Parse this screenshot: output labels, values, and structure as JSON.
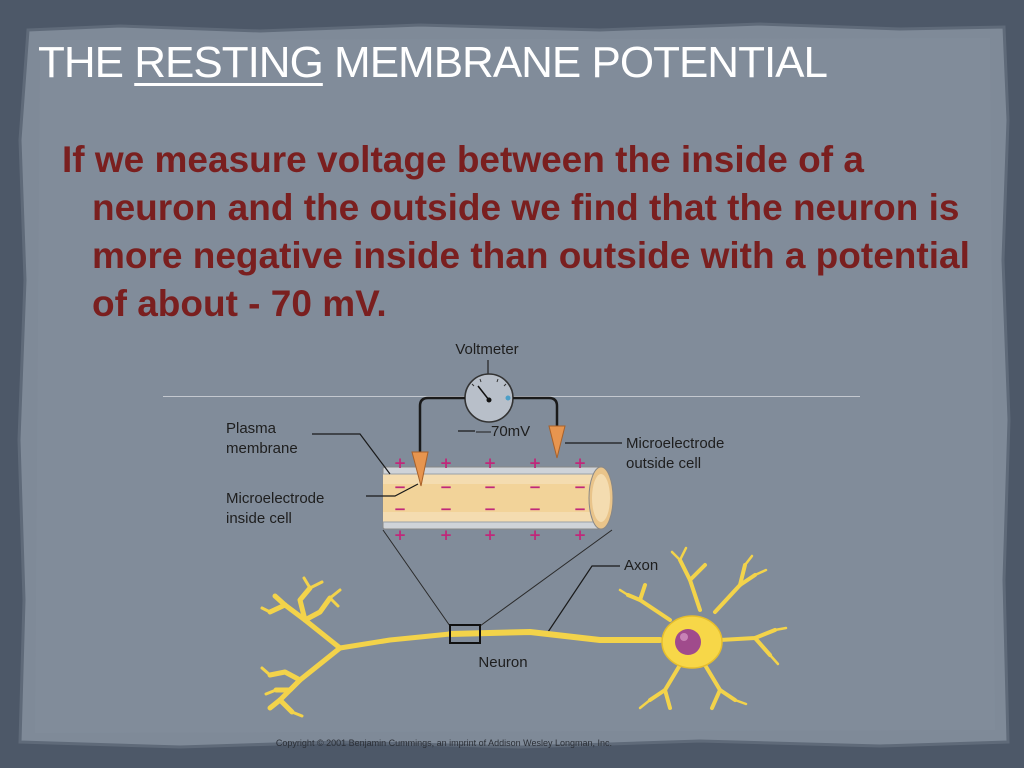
{
  "slide": {
    "title_part1": "THE ",
    "title_underlined": "RESTING",
    "title_part2": " MEMBRANE POTENTIAL",
    "body_text": "If we measure voltage between the inside of a neuron and the outside we find that the neuron is more negative inside than outside with a potential of about - 70 mV."
  },
  "diagram": {
    "voltmeter_label": "Voltmeter",
    "voltage_reading": "—70mV",
    "plasma_membrane_label_line1": "Plasma",
    "plasma_membrane_label_line2": "membrane",
    "microelectrode_inside_line1": "Microelectrode",
    "microelectrode_inside_line2": "inside cell",
    "microelectrode_outside_line1": "Microelectrode",
    "microelectrode_outside_line2": "outside cell",
    "axon_label": "Axon",
    "neuron_label": "Neuron",
    "copyright": "Copyright © 2001 Benjamin Cummings, an imprint of Addison Wesley Longman, Inc.",
    "plus_sign": "+",
    "minus_sign": "−"
  },
  "colors": {
    "background": "#4f5b6b",
    "panel": "#7f8a98",
    "title_text": "#ffffff",
    "body_text": "#7a1f1f",
    "neuron_fill": "#f7d748",
    "nucleus_fill": "#a04b8c",
    "electrode_fill": "#e7954f"
  }
}
